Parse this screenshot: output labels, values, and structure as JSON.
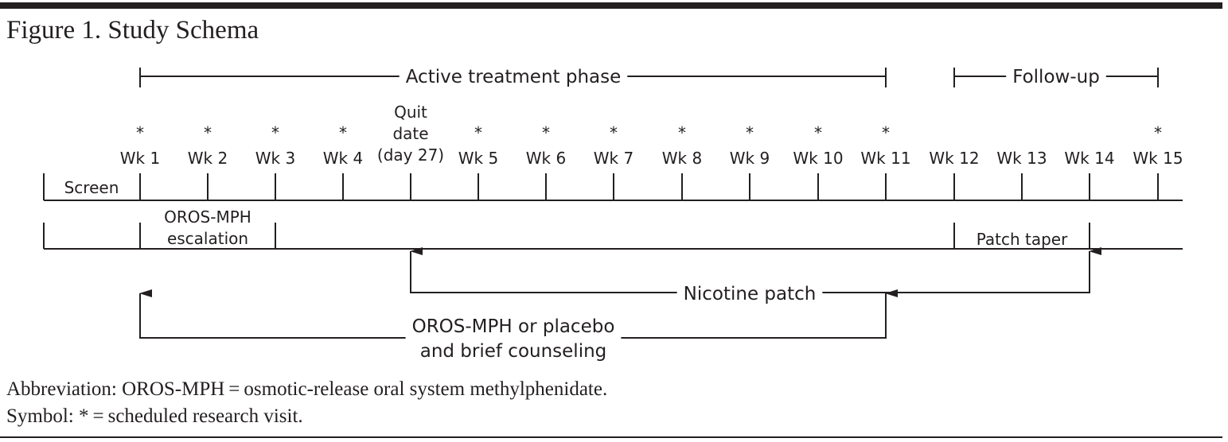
{
  "figure": {
    "title": "Figure 1. Study Schema",
    "abbreviation_note": "Abbreviation: OROS-MPH = osmotic-release oral system methylphenidate.",
    "symbol_note": "Symbol: * = scheduled research visit."
  },
  "phases": {
    "active": "Active treatment phase",
    "followup": "Follow-up"
  },
  "timeline": {
    "visit_marker": "*",
    "weeks": [
      {
        "label": "Wk 1",
        "visit": true
      },
      {
        "label": "Wk 2",
        "visit": true
      },
      {
        "label": "Wk 3",
        "visit": true
      },
      {
        "label": "Wk 4",
        "visit": true
      },
      {
        "label": [
          "Quit",
          "date",
          "(day 27)"
        ],
        "visit": false
      },
      {
        "label": "Wk 5",
        "visit": true
      },
      {
        "label": "Wk 6",
        "visit": true
      },
      {
        "label": "Wk 7",
        "visit": true
      },
      {
        "label": "Wk 8",
        "visit": true
      },
      {
        "label": "Wk 9",
        "visit": true
      },
      {
        "label": "Wk 10",
        "visit": true
      },
      {
        "label": "Wk 11",
        "visit": true
      },
      {
        "label": "Wk 12",
        "visit": false
      },
      {
        "label": "Wk 13",
        "visit": false
      },
      {
        "label": "Wk 14",
        "visit": false
      },
      {
        "label": "Wk 15",
        "visit": true
      }
    ],
    "screen_label": "Screen"
  },
  "medication": {
    "escalation_label": [
      "OROS-MPH",
      "escalation"
    ],
    "taper_label": "Patch taper"
  },
  "arms": {
    "nicotine_label": "Nicotine patch",
    "drug_label": [
      "OROS-MPH or placebo",
      "and brief counseling"
    ]
  }
}
